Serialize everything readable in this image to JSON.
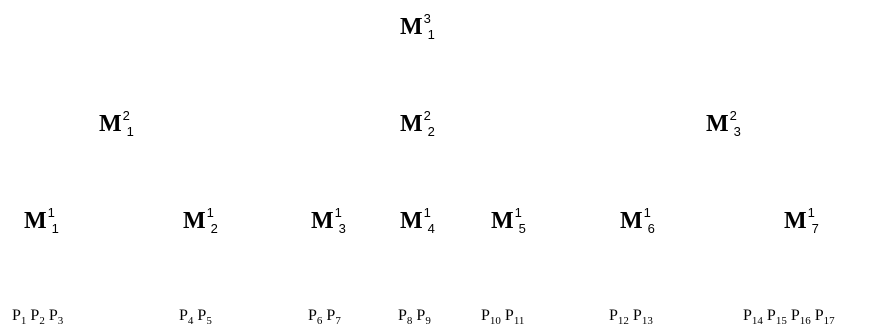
{
  "tree": {
    "root": {
      "base": "M",
      "sup": "3",
      "sub": "1"
    },
    "level2": [
      {
        "base": "M",
        "sup": "2",
        "sub": "1"
      },
      {
        "base": "M",
        "sup": "2",
        "sub": "2"
      },
      {
        "base": "M",
        "sup": "2",
        "sub": "3"
      }
    ],
    "level1": [
      {
        "base": "M",
        "sup": "1",
        "sub": "1"
      },
      {
        "base": "M",
        "sup": "1",
        "sub": "2"
      },
      {
        "base": "M",
        "sup": "1",
        "sub": "3"
      },
      {
        "base": "M",
        "sup": "1",
        "sub": "4"
      },
      {
        "base": "M",
        "sup": "1",
        "sub": "5"
      },
      {
        "base": "M",
        "sup": "1",
        "sub": "6"
      },
      {
        "base": "M",
        "sup": "1",
        "sub": "7"
      }
    ],
    "leaf_groups": [
      [
        {
          "base": "P",
          "sub": "1"
        },
        {
          "base": "P",
          "sub": "2"
        },
        {
          "base": "P",
          "sub": "3"
        }
      ],
      [
        {
          "base": "P",
          "sub": "4"
        },
        {
          "base": "P",
          "sub": "5"
        }
      ],
      [
        {
          "base": "P",
          "sub": "6"
        },
        {
          "base": "P",
          "sub": "7"
        }
      ],
      [
        {
          "base": "P",
          "sub": "8"
        },
        {
          "base": "P",
          "sub": "9"
        }
      ],
      [
        {
          "base": "P",
          "sub": "10"
        },
        {
          "base": "P",
          "sub": "11"
        }
      ],
      [
        {
          "base": "P",
          "sub": "12"
        },
        {
          "base": "P",
          "sub": "13"
        }
      ],
      [
        {
          "base": "P",
          "sub": "14"
        },
        {
          "base": "P",
          "sub": "15"
        },
        {
          "base": "P",
          "sub": "16"
        },
        {
          "base": "P",
          "sub": "17"
        }
      ]
    ]
  }
}
